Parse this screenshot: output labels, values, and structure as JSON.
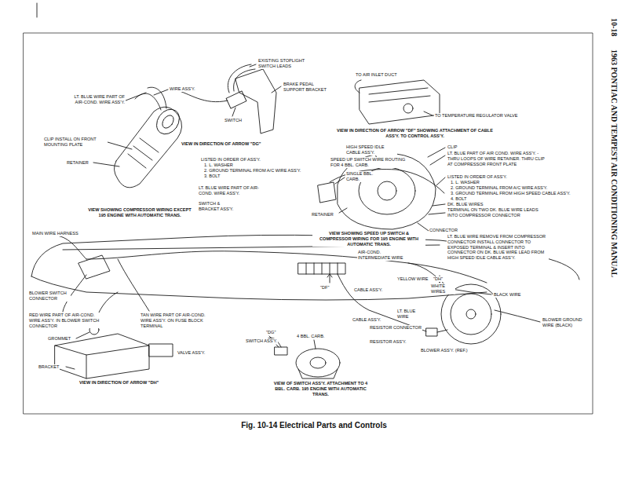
{
  "diagram": {
    "caption": "Fig. 10-14 Electrical Parts and Controls",
    "labels": [
      "EXISTING STOPLIGHT SWITCH LEADS",
      "BRAKE PEDAL SUPPORT BRACKET",
      "WIRE ASS'Y.",
      "LT. BLUE WIRE PART OF AIR-COND. WIRE ASS'Y.",
      "SWITCH",
      "VIEW IN DIRECTION OF ARROW \"DG\"",
      "CLIP INSTALL ON FRONT MOUNTING PLATE",
      "RETAINER",
      "LISTED IN ORDER OF ASS'Y.",
      "1. L. WASHER",
      "2. GROUND TERMINAL FROM A/C WIRE ASS'Y.",
      "3. BOLT",
      "LT. BLUE WIRE PART OF AIR-COND. WIRE ASS'Y.",
      "SWITCH & BRACKET ASS'Y.",
      "VIEW SHOWING COMPRESSOR WIRING EXCEPT 195 ENGINE WITH AUTOMATIC TRANS.",
      "TO AIR INLET DUCT",
      "TO TEMPERATURE REGULATOR VALVE",
      "VIEW IN DIRECTION OF ARROW \"DF\" SHOWING ATTACHMENT OF CABLE ASS'Y. TO CONTROL ASS'Y.",
      "HIGH SPEED IDLE CABLE ASS'Y.",
      "SPEED UP SWITCH WIRE ROUTING FOR 4 BBL. CARB.",
      "SINGLE BBL. CARB.",
      "CLIP",
      "LT. BLUE PART OF AIR COND. WIRE ASS'Y. - THRU LOOPS OF WIRE RETAINER. THRU CLIP AT COMPRESSOR FRONT PLATE",
      "LISTED IN ORDER OF ASS'Y.",
      "1. L. WASHER",
      "2. GROUND TERMINAL FROM A/C WIRE ASS'Y.",
      "3. GROUND TERMINAL FROM HIGH SPEED CABLE ASS'Y.",
      "4. BOLT",
      "DK. BLUE WIRES",
      "TERMINAL ON TWO DK. BLUE WIRE LEADS INTO COMPRESSOR CONNECTOR",
      "RETAINER",
      "CONNECTOR",
      "LT. BLUE WIRE REMOVE FROM COMPRESSOR CONNECTOR INSTALL CONNECTOR TO EXPOSED TERMINAL & INSERT INTO CONNECTOR ON DK. BLUE WIRE LEAD FROM HIGH SPEED IDLE CABLE ASS'Y.",
      "VIEW SHOWING SPEED UP SWITCH & COMPRESSOR WIRING FOR 195 ENGINE WITH AUTOMATIC TRANS.",
      "MAIN WIRE HARNESS",
      "AIR-COND. INTERMEDIATE WIRE",
      "YELLOW WIRE",
      "\"DH\"",
      "WHITE WIRES",
      "BLACK WIRE",
      "\"DF\"",
      "CABLE ASS'Y.",
      "BLOWER SWITCH CONNECTOR",
      "RED WIRE PART OF AIR-COND. WIRE ASS'Y. IN BLOWER SWITCH CONNECTOR",
      "TAN WIRE PART OF AIR-COND. WIRE ASS'Y. ON FUSE BLOCK TERMINAL",
      "LT. BLUE WIRE",
      "CABLE ASS'Y.",
      "RESISTOR CONNECTOR",
      "BLOWER GROUND WIRE (BLACK)",
      "GROMMET",
      "\"DG\"",
      "SWITCH ASS'Y.",
      "4 BBL. CARB.",
      "RESISTOR ASS'Y.",
      "BLOWER ASS'Y. (REF.)",
      "VALVE ASS'Y.",
      "BRACKET",
      "VIEW IN DIRECTION OF ARROW \"DH\"",
      "VIEW OF SWITCH ASS'Y. ATTACHMENT TO 4 BBL. CARB. 195 ENGINE WITH AUTOMATIC TRANS.",
      "10-18",
      "1963 PONTIAC AND TEMPEST AIR CONDITIONING MANUAL"
    ]
  }
}
